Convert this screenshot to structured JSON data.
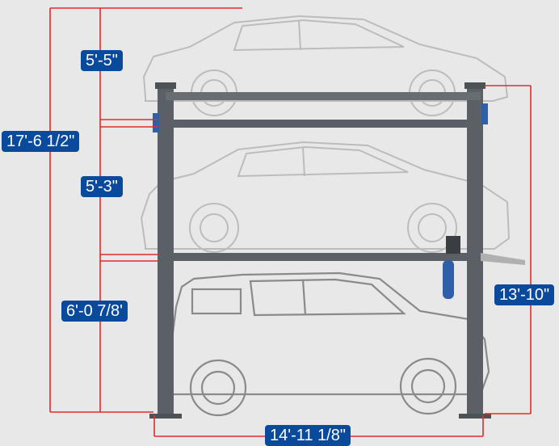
{
  "colors": {
    "background": "#e8e8e8",
    "dimension_line": "#e32b2b",
    "label_bg": "#0a4a9c",
    "label_text": "#ffffff",
    "lift_frame": "#5b6066",
    "lift_accent": "#2f5fa8",
    "car_outline": "#b8b8b8",
    "suv_outline": "#8a8a8a"
  },
  "dimensions": {
    "overall_height": "17'-6 1/2\"",
    "top_level_clearance": "5'-5\"",
    "middle_level_clearance": "5'-3\"",
    "bottom_level_clearance": "6'-0 7/8'",
    "post_height": "13'-10\"",
    "overall_width": "14'-11 1/8\""
  },
  "illustration": {
    "top_vehicle": "sedan",
    "middle_vehicle": "sedan",
    "bottom_vehicle": "suv"
  }
}
